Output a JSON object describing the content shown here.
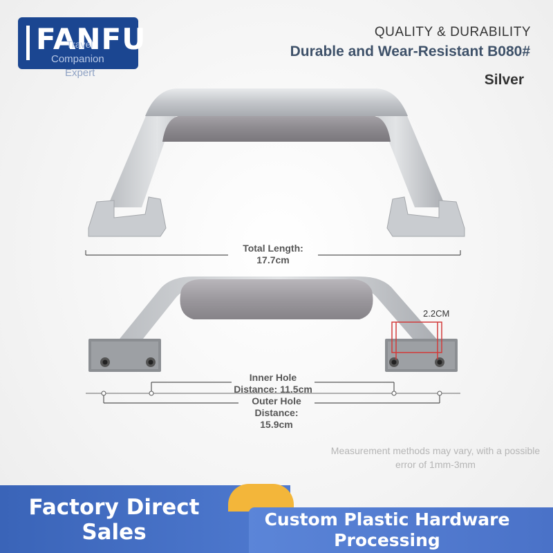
{
  "logo": {
    "brand": "FANFU",
    "tagline_1": "Travel",
    "tagline_2": "Companion",
    "tagline_3": "Expert",
    "color": "#1b4691"
  },
  "header": {
    "quality": "QUALITY & DURABILITY",
    "product": "Durable and Wear-Resistant B080#",
    "color_name": "Silver"
  },
  "measurements": {
    "total_length_label": "Total Length:",
    "total_length_value": "17.7cm",
    "inner_hole_label": "Inner Hole",
    "inner_hole_value": "Distance: 11.5cm",
    "outer_hole_label": "Outer Hole",
    "outer_hole_mid": "Distance:",
    "outer_hole_value": "15.9cm",
    "bracket_height": "2.2CM",
    "note": "Measurement methods may vary, with a possible error of 1mm-3mm"
  },
  "banners": {
    "left_line1": "Factory Direct",
    "left_line2": "Sales",
    "right_line1": "Custom Plastic Hardware",
    "right_line2": "Processing",
    "accent_color": "#f3b63a",
    "banner_color": "#3a64b8"
  },
  "icons": {
    "handle_top_view": "luggage-handle-illustration",
    "handle_bottom_view": "luggage-handle-underside-illustration"
  }
}
